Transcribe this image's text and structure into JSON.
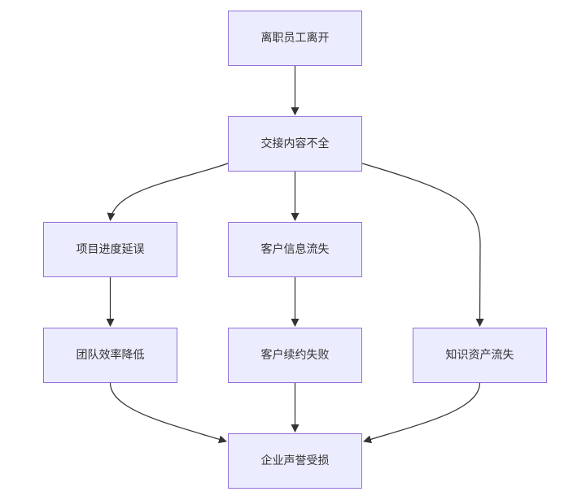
{
  "nodes": {
    "departure": "离职员工离开",
    "handover": "交接内容不全",
    "project_delay": "项目进度延误",
    "customer_info_loss": "客户信息流失",
    "team_efficiency": "团队效率降低",
    "customer_renewal_fail": "客户续约失败",
    "knowledge_loss": "知识资产流失",
    "reputation_damage": "企业声誉受损"
  },
  "colors": {
    "node_fill": "#ececff",
    "node_border": "#9370db",
    "edge": "#333333",
    "text": "#333333"
  }
}
